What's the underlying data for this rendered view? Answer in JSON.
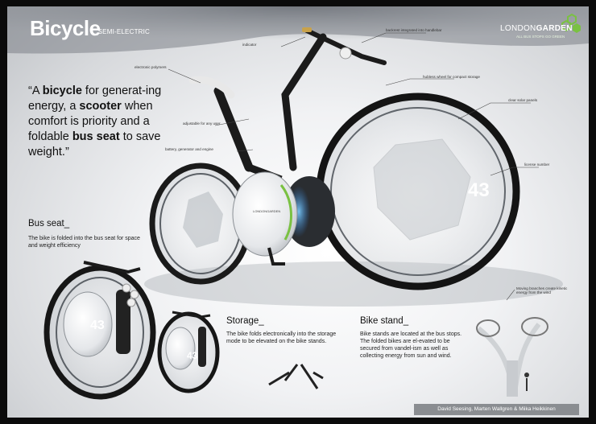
{
  "header": {
    "title": "Bicycle",
    "subtitle": "_SEMI-ELECTRIC",
    "logo_part1": "LONDON",
    "logo_part2": "GARDEN",
    "logo_tagline": "ALL BUS STOPS GO GREEN"
  },
  "quote": {
    "p1": "“A ",
    "b1": "bicycle",
    "p2": " for generat-ing energy, a ",
    "b2": "scooter",
    "p3": " when comfort is priority and a foldable ",
    "b3": "bus seat",
    "p4": " to save weight.”"
  },
  "sections": {
    "bus_seat": {
      "title": "Bus seat_",
      "text": "The bike is folded into the bus seat for space and weight efficiency"
    },
    "storage": {
      "title": "Storage_",
      "text": "The bike folds electronically into the storage mode to be elevated on the bike stands."
    },
    "bike_stand": {
      "title": "Bike stand_",
      "text": "Bike stands are located at the bus stops. The folded bikes are el-evated to be secured from vandel-ism as well as collecting energy from sun and wind."
    }
  },
  "annotations": {
    "indicator": "indicator",
    "handlebar": "backrest integrated into handlebar",
    "polymers": "electronic polymers",
    "hubless": "hubless wheel for compact storage",
    "adjustable": "adjustable for any user",
    "solar": "clear solar panels",
    "battery": "battery, generator and engine",
    "license": "license number",
    "branches": "Moving branches create kinetic energy from the wind"
  },
  "numbers": {
    "main_wheel": "43",
    "bus_seat": "43",
    "storage": "43"
  },
  "hub_brand": "LONDONGARDEN",
  "credits": "David Seesing, Marten Wallgren & Miika Heikkinen",
  "colors": {
    "accent_green": "#7ac142",
    "hub_glow": "#5ab4ff",
    "frame": "#1a1a1a"
  }
}
